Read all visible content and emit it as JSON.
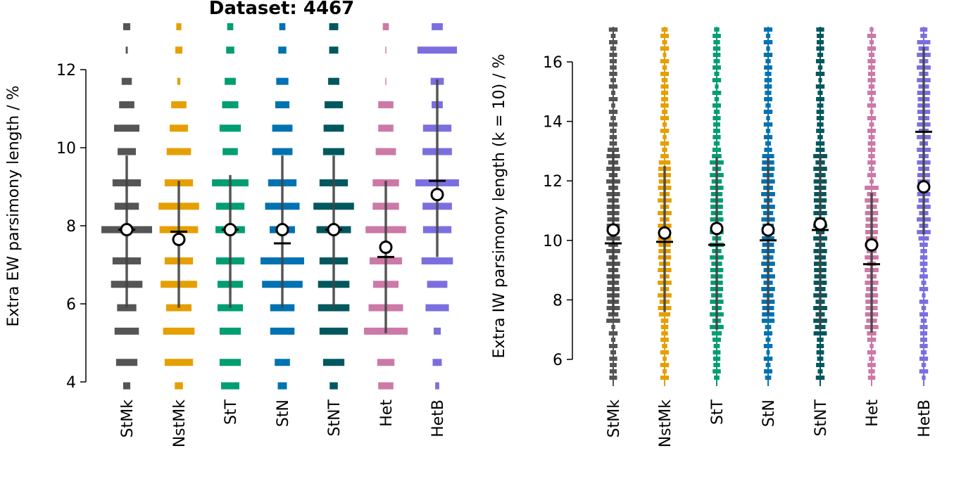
{
  "figure": {
    "title": "Dataset: 4467",
    "groups": [
      "StMk",
      "NstMk",
      "StT",
      "StN",
      "StNT",
      "Het",
      "HetB"
    ],
    "colors": [
      "#555555",
      "#E69F00",
      "#009E73",
      "#0072B2",
      "#00585E",
      "#CC79A7",
      "#7B6FE0"
    ]
  },
  "chart_data": [
    {
      "type": "violin-histogram",
      "title": "Dataset: 4467",
      "ylabel": "Extra EW parsimony length / %",
      "ylim": [
        4,
        12
      ],
      "yticks": [
        4,
        6,
        8,
        10,
        12
      ],
      "ytick_labels": [
        "4",
        "6",
        "8",
        "10",
        "12"
      ],
      "categories": [
        "StMk",
        "NstMk",
        "StT",
        "StN",
        "StNT",
        "Het",
        "HetB"
      ],
      "bins": [
        3.9,
        4.5,
        5.3,
        5.9,
        6.5,
        7.1,
        7.9,
        8.5,
        9.1,
        9.9,
        10.5,
        11.1,
        11.7,
        12.5,
        13.1
      ],
      "series": [
        {
          "name": "StMk",
          "bin_widths": [
            0.14,
            0.42,
            0.48,
            0.38,
            0.62,
            0.56,
            1.0,
            0.48,
            0.56,
            0.36,
            0.5,
            0.3,
            0.2,
            0.04,
            0.14
          ],
          "mean": 7.9,
          "median": 7.9,
          "whisker": [
            5.9,
            9.8
          ]
        },
        {
          "name": "NstMk",
          "bin_widths": [
            0.16,
            0.56,
            0.62,
            0.5,
            0.72,
            0.56,
            0.76,
            0.8,
            0.56,
            0.48,
            0.36,
            0.3,
            0.06,
            0.14,
            0.1
          ],
          "mean": 7.65,
          "median": 7.85,
          "whisker": [
            5.9,
            9.15
          ]
        },
        {
          "name": "StT",
          "bin_widths": [
            0.36,
            0.42,
            0.42,
            0.5,
            0.5,
            0.56,
            0.58,
            0.56,
            0.72,
            0.3,
            0.42,
            0.32,
            0.22,
            0.16,
            0.12
          ],
          "mean": 7.9,
          "median": 7.9,
          "whisker": [
            5.9,
            9.3
          ]
        },
        {
          "name": "StN",
          "bin_widths": [
            0.18,
            0.3,
            0.48,
            0.48,
            0.8,
            0.86,
            0.5,
            0.68,
            0.56,
            0.4,
            0.4,
            0.28,
            0.24,
            0.16,
            0.12
          ],
          "mean": 7.9,
          "median": 7.55,
          "whisker": [
            5.9,
            9.8
          ]
        },
        {
          "name": "StNT",
          "bin_widths": [
            0.16,
            0.42,
            0.56,
            0.62,
            0.62,
            0.56,
            0.68,
            0.8,
            0.56,
            0.42,
            0.4,
            0.36,
            0.22,
            0.18,
            0.18
          ],
          "mean": 7.9,
          "median": 7.9,
          "whisker": [
            5.9,
            9.8
          ]
        },
        {
          "name": "Het",
          "bin_widths": [
            0.3,
            0.34,
            0.86,
            0.68,
            0.5,
            0.64,
            0.8,
            0.52,
            0.52,
            0.4,
            0.3,
            0.3,
            0.02,
            0.02,
            0.12
          ],
          "mean": 7.45,
          "median": 7.2,
          "whisker": [
            5.25,
            9.15
          ]
        },
        {
          "name": "HetB",
          "bin_widths": [
            0.08,
            0.18,
            0.14,
            0.46,
            0.4,
            0.62,
            0.56,
            0.58,
            0.86,
            0.58,
            0.56,
            0.22,
            0.26,
            0.78,
            0.22
          ],
          "mean": 8.8,
          "median": 9.15,
          "whisker": [
            7.2,
            11.75
          ]
        }
      ]
    },
    {
      "type": "violin-histogram",
      "title": "",
      "ylabel": "Extra IW parsimony length (k = 10) / %",
      "ylim": [
        6,
        16
      ],
      "yticks": [
        6,
        8,
        10,
        12,
        14,
        16
      ],
      "ytick_labels": [
        "6",
        "8",
        "10",
        "12",
        "14",
        "16"
      ],
      "categories": [
        "StMk",
        "NstMk",
        "StT",
        "StN",
        "StNT",
        "Het",
        "HetB"
      ],
      "series": [
        {
          "name": "StMk",
          "mean": 10.35,
          "median": 9.9,
          "whisker": [
            7.5,
            13.0
          ]
        },
        {
          "name": "NstMk",
          "mean": 10.25,
          "median": 9.95,
          "whisker": [
            7.6,
            12.5
          ]
        },
        {
          "name": "StT",
          "mean": 10.4,
          "median": 9.85,
          "whisker": [
            7.0,
            12.8
          ]
        },
        {
          "name": "StN",
          "mean": 10.35,
          "median": 10.0,
          "whisker": [
            7.5,
            12.8
          ]
        },
        {
          "name": "StNT",
          "mean": 10.55,
          "median": 10.35,
          "whisker": [
            7.0,
            12.9
          ]
        },
        {
          "name": "Het",
          "mean": 9.85,
          "median": 9.2,
          "whisker": [
            6.9,
            11.6
          ]
        },
        {
          "name": "HetB",
          "mean": 11.8,
          "median": 13.65,
          "whisker": [
            10.2,
            16.5
          ]
        }
      ]
    }
  ]
}
